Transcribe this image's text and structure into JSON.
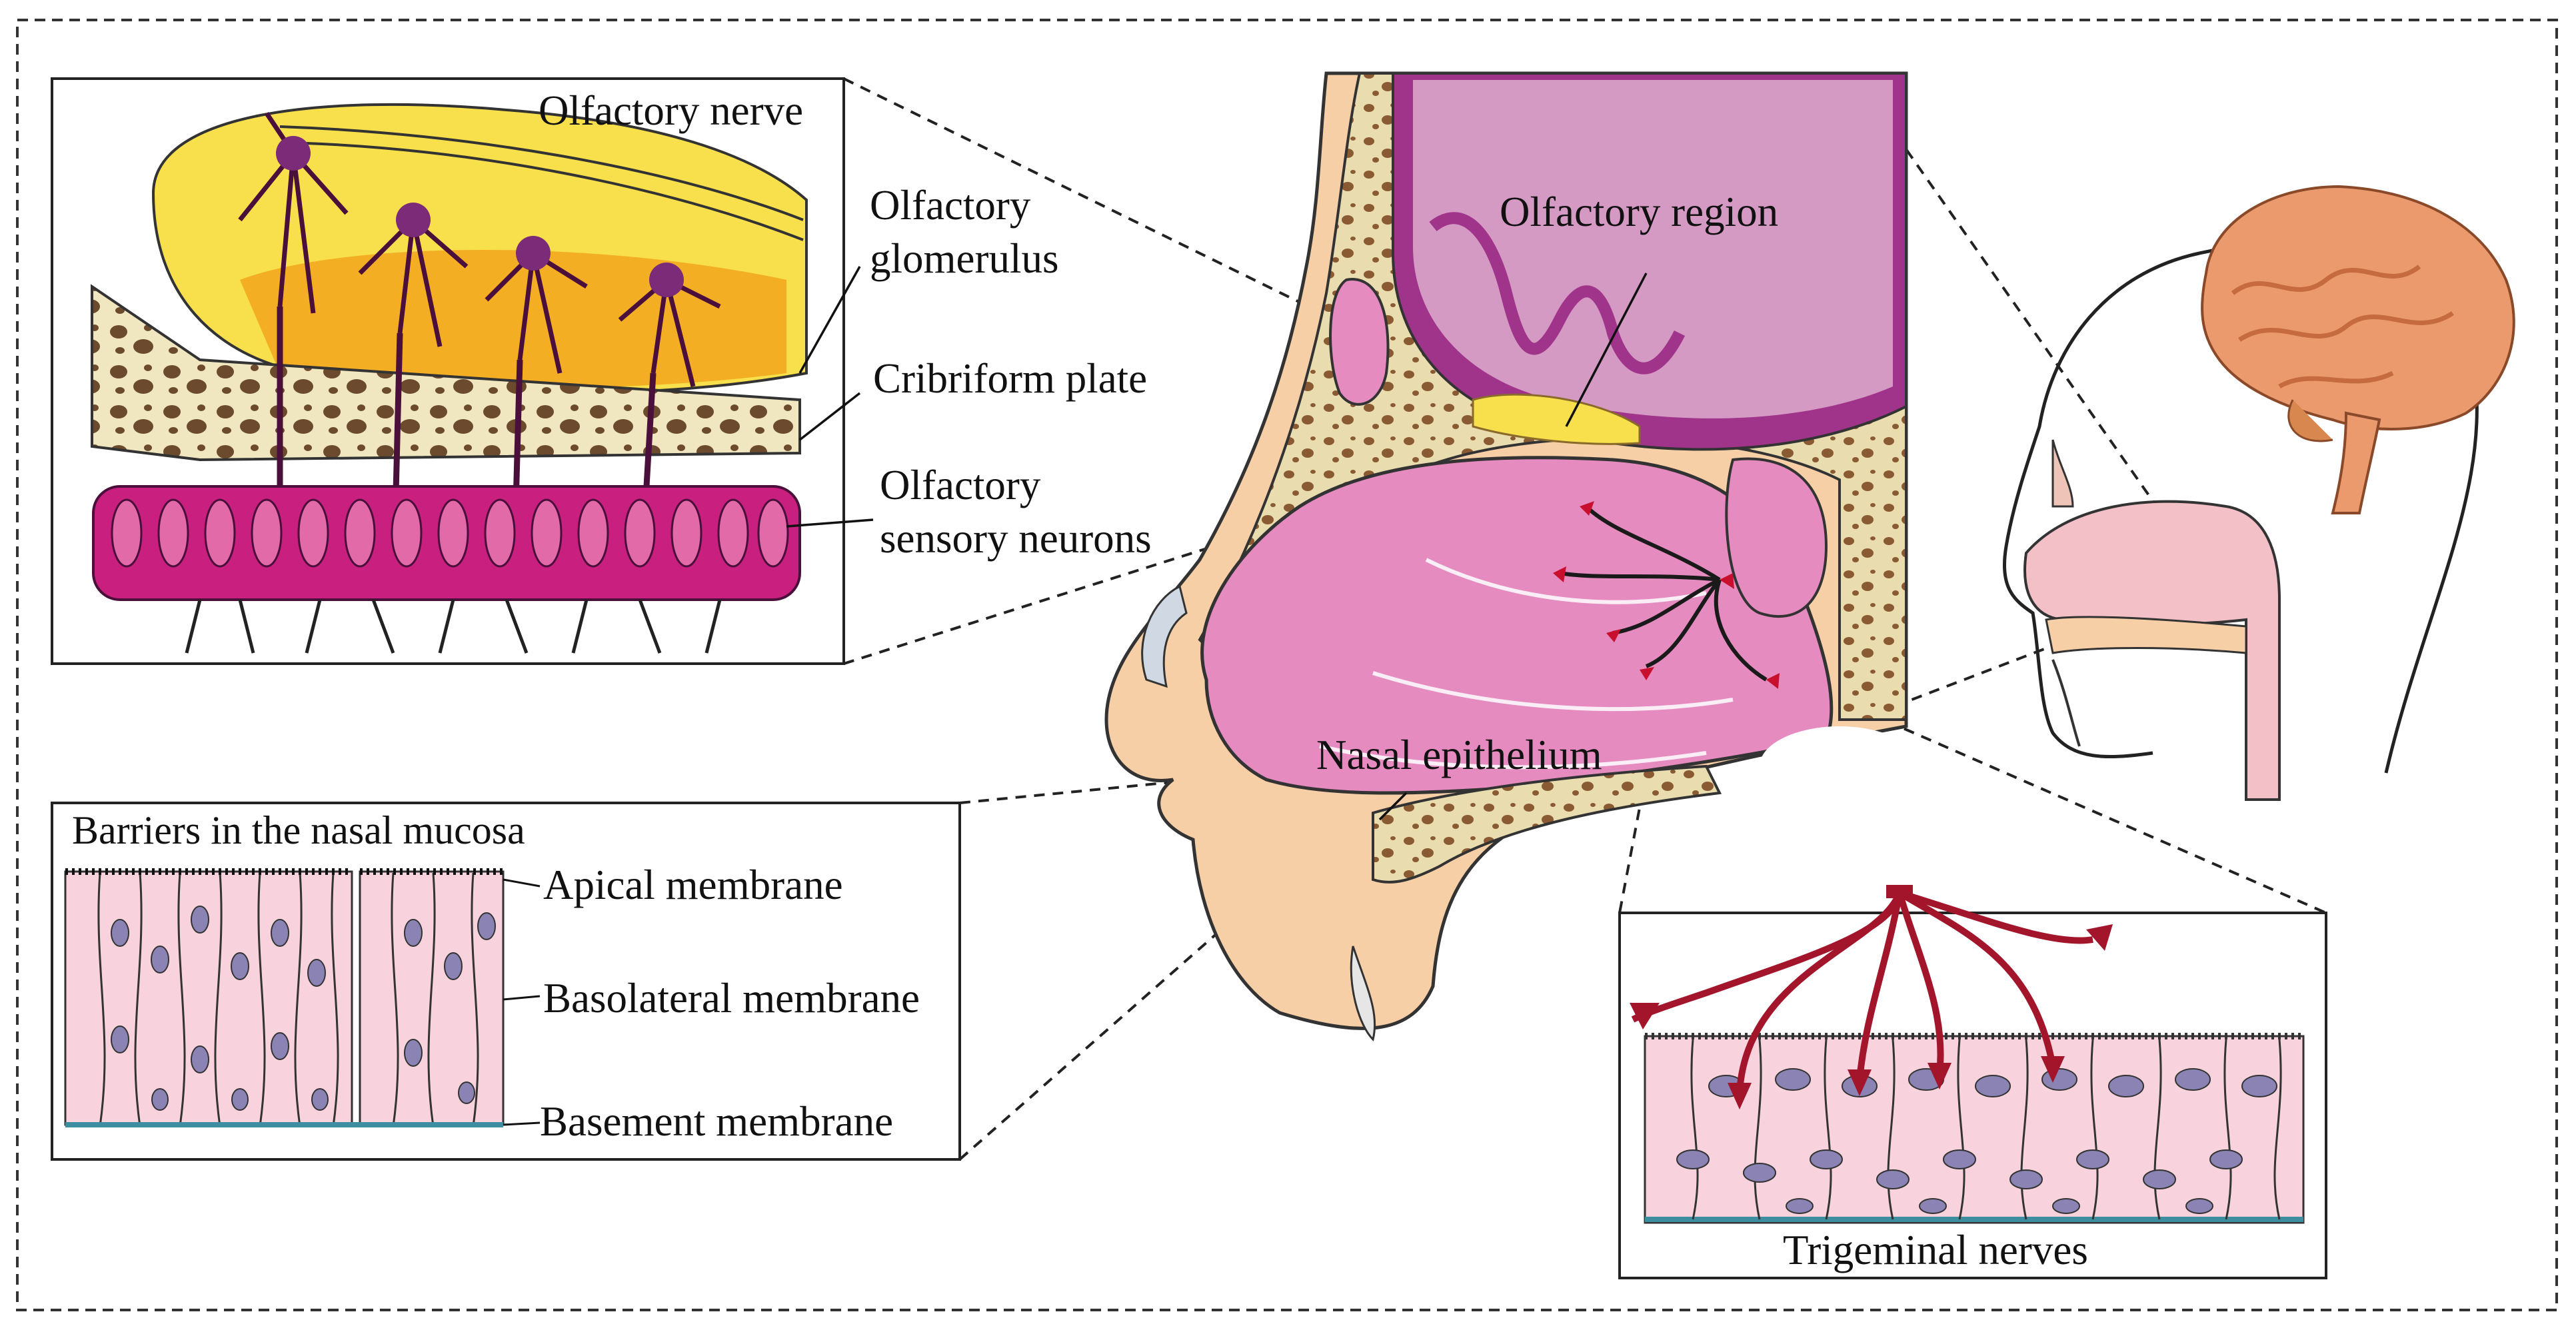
{
  "olfactory_inset": {
    "title": "Olfactory nerve",
    "glomerulus": [
      "Olfactory",
      "glomerulus"
    ],
    "cribriform": "Cribriform plate",
    "sensory_neurons": [
      "Olfactory",
      "sensory neurons"
    ]
  },
  "nasal_cavity": {
    "olfactory_region": "Olfactory region",
    "nasal_epithelium": "Nasal epithelium"
  },
  "mucosa_inset": {
    "title": "Barriers in the nasal mucosa",
    "apical": "Apical membrane",
    "basolateral": "Basolateral membrane",
    "basement": "Basement membrane"
  },
  "trigeminal_inset": {
    "label": "Trigeminal nerves"
  },
  "colors": {
    "cavity_pink": "#e58bbf",
    "brain_purple": "#a0348a",
    "bone": "#e9dcae",
    "skin": "#f6cfa6",
    "nerve_yellow": "#f7e04b",
    "neuron_magenta": "#c91f7f",
    "nerve_red": "#a3152b",
    "epithelium_pink": "#f8d3dd",
    "nucleus": "#8a83b3",
    "brain_orange": "#eb9a6e"
  }
}
